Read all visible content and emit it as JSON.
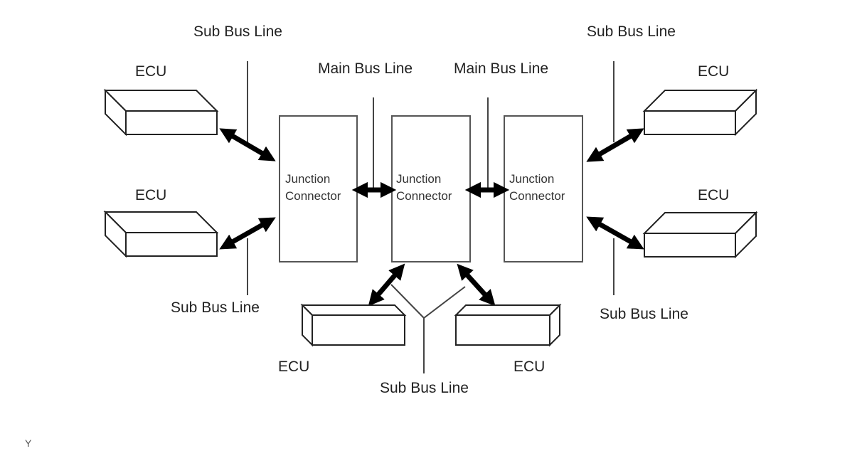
{
  "diagram": {
    "labels": {
      "sub_bus_line": "Sub Bus Line",
      "main_bus_line": "Main Bus Line",
      "ecu": "ECU",
      "junction_line1": "Junction",
      "junction_line2": "Connector"
    },
    "sub_bus_labels": [
      "Sub Bus Line",
      "Sub Bus Line",
      "Sub Bus Line",
      "Sub Bus Line",
      "Sub Bus Line"
    ],
    "main_bus_labels": [
      "Main Bus Line",
      "Main Bus Line"
    ],
    "ecu_labels": [
      "ECU",
      "ECU",
      "ECU",
      "ECU",
      "ECU",
      "ECU"
    ],
    "junction_connectors": [
      {
        "line1": "Junction",
        "line2": "Connector"
      },
      {
        "line1": "Junction",
        "line2": "Connector"
      },
      {
        "line1": "Junction",
        "line2": "Connector"
      }
    ],
    "corner_mark": "Y"
  }
}
